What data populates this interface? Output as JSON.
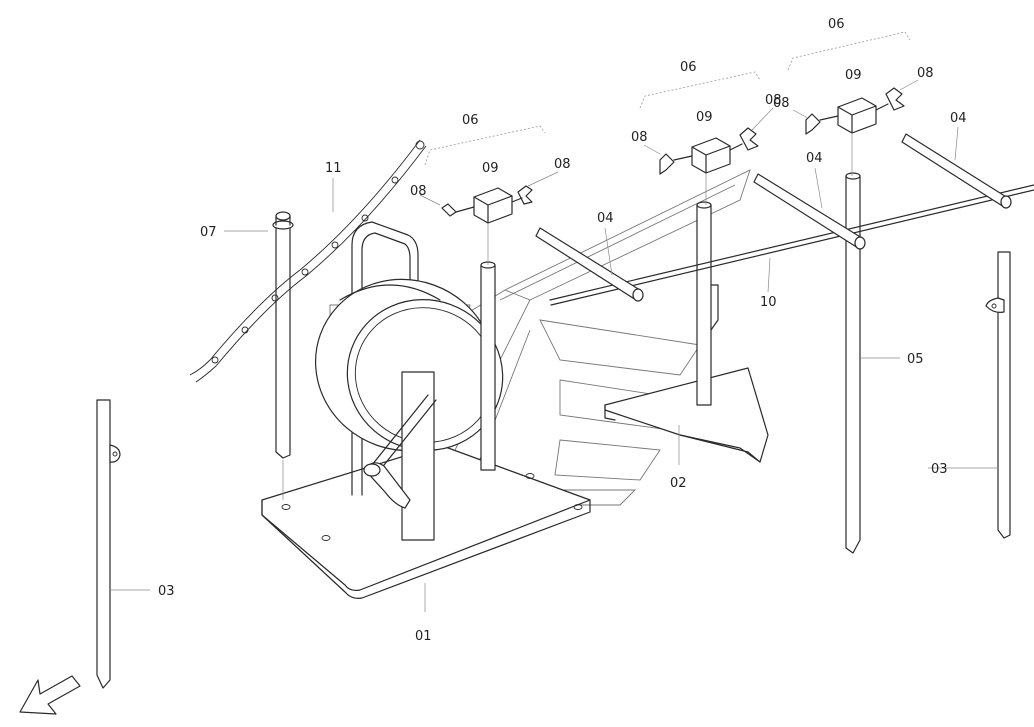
{
  "labels": {
    "l01": "01",
    "l02": "02",
    "l03a": "03",
    "l03b": "03",
    "l04a": "04",
    "l04b": "04",
    "l04c": "04",
    "l05": "05",
    "l06a": "06",
    "l06b": "06",
    "l06c": "06",
    "l07": "07",
    "l08a": "08",
    "l08b": "08",
    "l08c": "08",
    "l08d": "08",
    "l08e": "08",
    "l08f": "08",
    "l09a": "09",
    "l09b": "09",
    "l09c": "09",
    "l10": "10",
    "l11": "11"
  }
}
